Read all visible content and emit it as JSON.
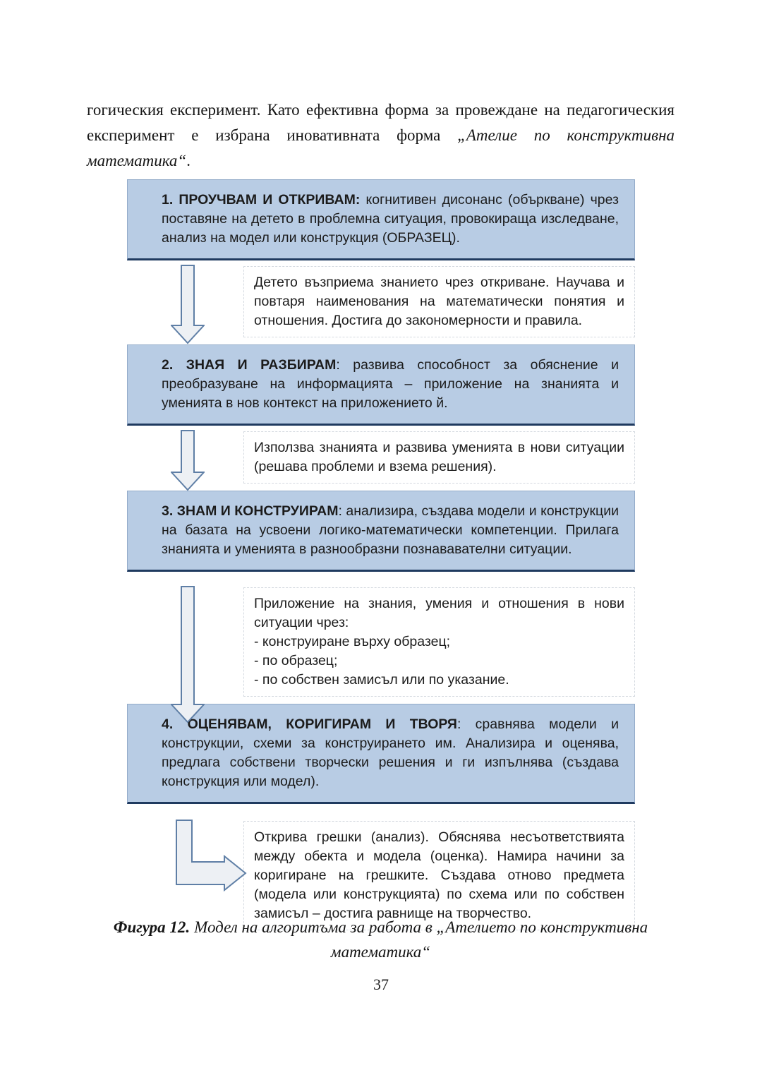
{
  "page_number": "37",
  "colors": {
    "box_fill": "#b8cce4",
    "box_border": "#93abc9",
    "box_border_dark": "#1f3a5f",
    "arrow_outline": "#5f7fa6",
    "arrow_fill": "#edf0f4"
  },
  "intro": {
    "regular": "гогическия експеримент. Като ефективна форма за провеждане на педагогическия експеримент е избрана иновативната форма ",
    "italic": "„Ателие по конструктивна математика“",
    "end": "."
  },
  "figure": {
    "boxes": [
      {
        "label": "1. ПРОУЧВАМ И ОТКРИВАМ:",
        "body": " когнитивен дисонанс (объркване) чрез поставяне на детето в проблемна ситуация, провокираща изследване, анализ на модел или конструкция (ОБРАЗЕЦ)."
      },
      {
        "label": "2. ЗНАЯ И РАЗБИРАМ",
        "body": ": развива способност за обяснение и преобразуване на информацията – приложение на знанията и уменията в нов контекст на приложението й."
      },
      {
        "label": "3. ЗНАМ И КОНСТРУИРАМ",
        "body": ": анализира, създава модели и конструкции на базата на усвоени логико-математически компетенции. Прилага знанията и уменията в разнообразни познававателни ситуации."
      },
      {
        "label": "4. ОЦЕНЯВАМ, КОРИГИРАМ И ТВОРЯ",
        "body": ": сравнява модели и конструкции, схеми за конструирането им. Анализира и оценява, предлага собствени творчески решения и ги изпълнява (създава конструкция или модел)."
      }
    ],
    "notes": [
      "Детето възприема знанието чрез откриване. Научава и повтаря наименования на математически понятия и отношения. Достига до закономерности и правила.",
      "Използва знанията и развива уменията в нови ситуации (решава проблеми и взема решения).",
      "Приложение на знания, умения и отношения в нови ситуации чрез:\n- конструиране върху образец;\n- по образец;\n- по собствен замисъл или по указание.",
      "Открива грешки (анализ). Обяснява несъответствията между обекта и модела (оценка). Намира  начини за коригиране на грешките. Създава отново предмета (модела или конструкцията) по схема или по собствен замисъл – достига равнище на творчество."
    ],
    "caption": {
      "label": "Фигура 12.",
      "text": "Модел на алгоритъма за работа в „Ателието по конструктивна математика“"
    }
  }
}
